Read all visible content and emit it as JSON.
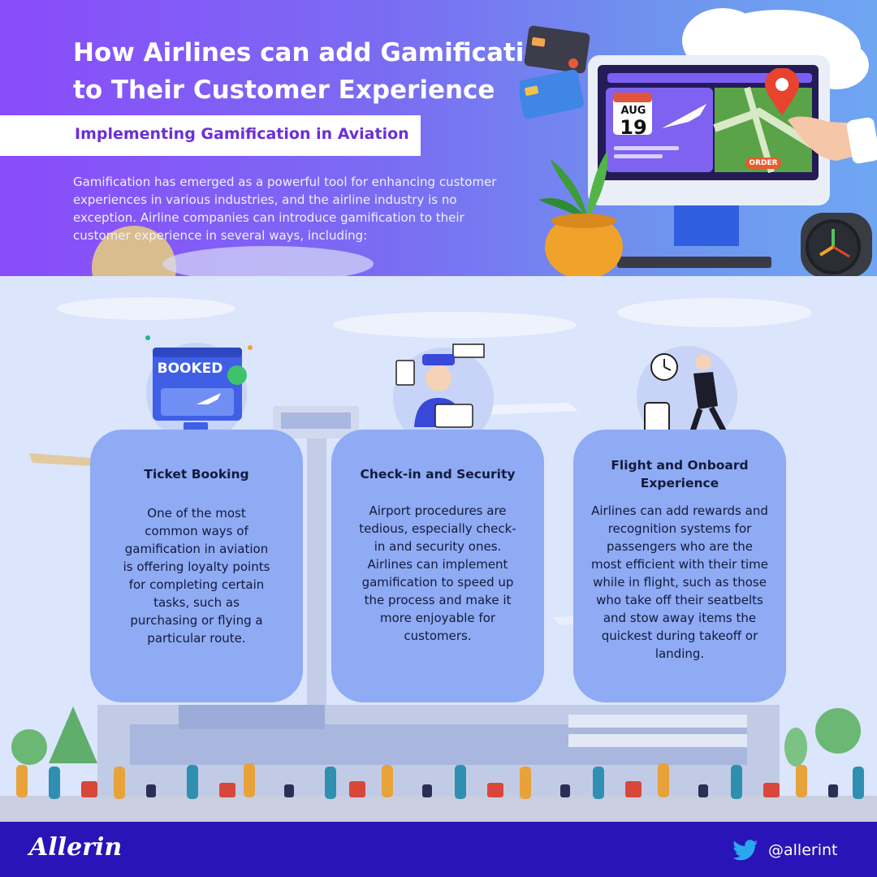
{
  "header": {
    "title_line1": "How Airlines can add Gamification",
    "title_line2": "to Their Customer Experience",
    "subtitle": "Implementing Gamification in Aviation",
    "intro": "Gamification has emerged as a powerful tool for enhancing customer experiences in various industries, and the airline industry is no exception. Airline companies can introduce gamification to their customer experience in several ways, including:"
  },
  "illustration": {
    "calendar_month": "AUG",
    "calendar_day": "19",
    "order_label": "ORDER",
    "booked_label": "BOOKED"
  },
  "cards": [
    {
      "title": "Ticket Booking",
      "body": "One of the most common ways of gamification in aviation is offering loyalty points for completing certain tasks, such as purchasing or flying a particular route."
    },
    {
      "title": "Check-in and Security",
      "body": "Airport procedures are tedious, especially check-in and security ones. Airlines can implement gamification to speed up the process and make it more enjoyable for customers."
    },
    {
      "title": "Flight and Onboard Experience",
      "body": "Airlines can add rewards and recognition systems for passengers who are the most efficient with their time while in flight, such as those who take off their seatbelts and stow away items the quickest during takeoff or landing."
    }
  ],
  "footer": {
    "brand": "Allerin",
    "twitter_handle": "@allerint"
  },
  "colors": {
    "footer_bg": "#2914b7",
    "card_bg": "#8eabf4",
    "subtitle_text": "#6a2fd8"
  }
}
